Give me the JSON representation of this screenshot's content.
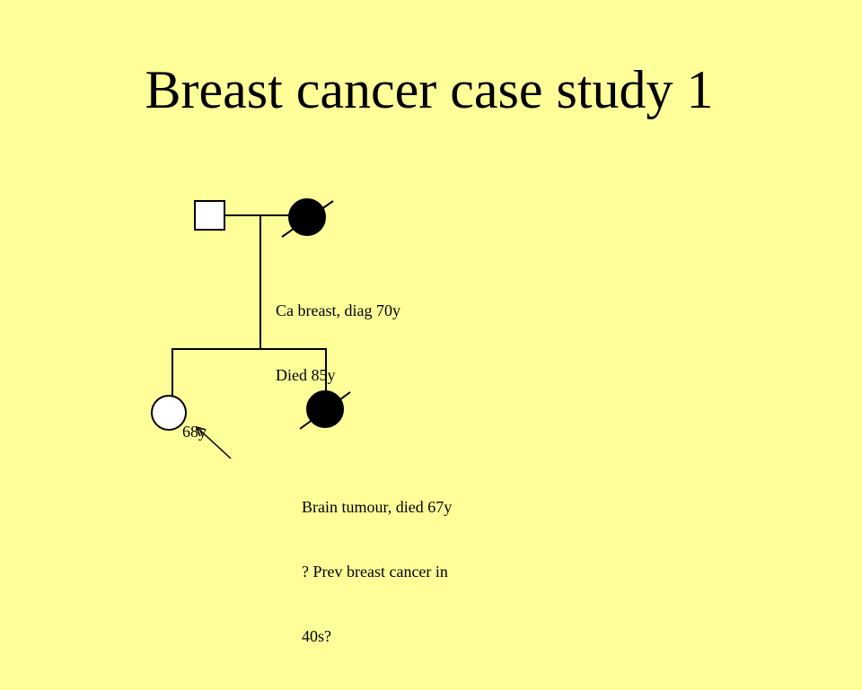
{
  "colors": {
    "background": "#ffff99",
    "ink": "#000000",
    "affected_fill": "#000000",
    "unaffected_fill": "#ffffff"
  },
  "slide": {
    "title": "Breast cancer case study 1"
  },
  "pedigree": {
    "individuals": [
      {
        "id": "grandfather",
        "generation": 1,
        "sex": "male",
        "affected": false,
        "deceased": false,
        "note_lines": []
      },
      {
        "id": "grandmother",
        "generation": 1,
        "sex": "female",
        "affected": true,
        "deceased": true,
        "note_lines": [
          "Ca breast, diag 70y",
          "Died 85y"
        ]
      },
      {
        "id": "proband",
        "generation": 2,
        "sex": "female",
        "affected": false,
        "deceased": false,
        "proband": true,
        "note_lines": [
          "68y"
        ]
      },
      {
        "id": "sister",
        "generation": 2,
        "sex": "female",
        "affected": true,
        "deceased": true,
        "note_lines": [
          "Brain tumour, died 67y",
          "? Prev breast cancer in",
          "40s?"
        ]
      }
    ]
  }
}
